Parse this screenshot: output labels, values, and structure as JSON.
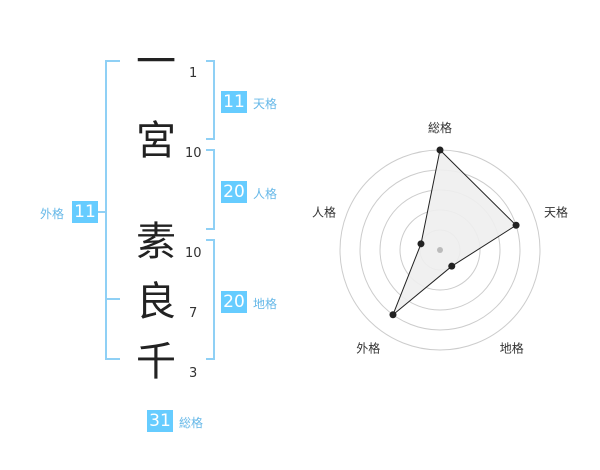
{
  "name_chars": [
    {
      "char": "一",
      "strokes": "1"
    },
    {
      "char": "宮",
      "strokes": "10"
    },
    {
      "char": "素",
      "strokes": "10"
    },
    {
      "char": "良",
      "strokes": "7"
    },
    {
      "char": "千",
      "strokes": "3"
    }
  ],
  "kakusu": {
    "tenkaku": {
      "value": "11",
      "label": "天格"
    },
    "jinkaku": {
      "value": "20",
      "label": "人格"
    },
    "chikaku": {
      "value": "20",
      "label": "地格"
    },
    "gaikaku": {
      "value": "11",
      "label": "外格"
    },
    "soukaku": {
      "value": "31",
      "label": "総格"
    }
  },
  "colors": {
    "accent": "#66ccff",
    "bracket": "#8fd0f5",
    "radar_fill": "#eeeeee",
    "radar_grid": "#cccccc"
  },
  "chart_data": {
    "type": "radar",
    "axes": [
      "総格",
      "天格",
      "地格",
      "外格",
      "人格"
    ],
    "values": [
      5,
      4,
      1,
      4,
      1
    ],
    "max": 5,
    "rings": 5
  }
}
